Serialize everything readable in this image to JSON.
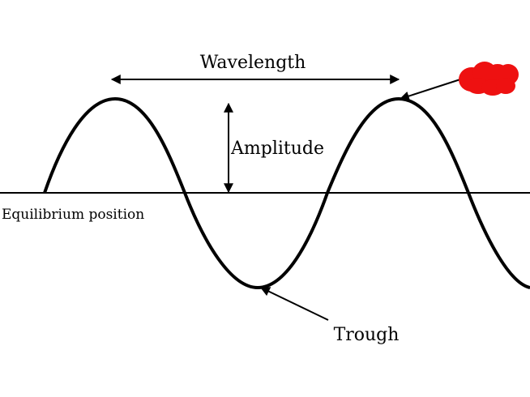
{
  "diagram": {
    "labels": {
      "wavelength": "Wavelength",
      "amplitude": "Amplitude",
      "equilibrium": "Equilibrium position",
      "trough": "Trough"
    },
    "colors": {
      "stroke": "#000000",
      "redaction": "#ee1111",
      "background": "#ffffff"
    },
    "redacted_label": true
  }
}
